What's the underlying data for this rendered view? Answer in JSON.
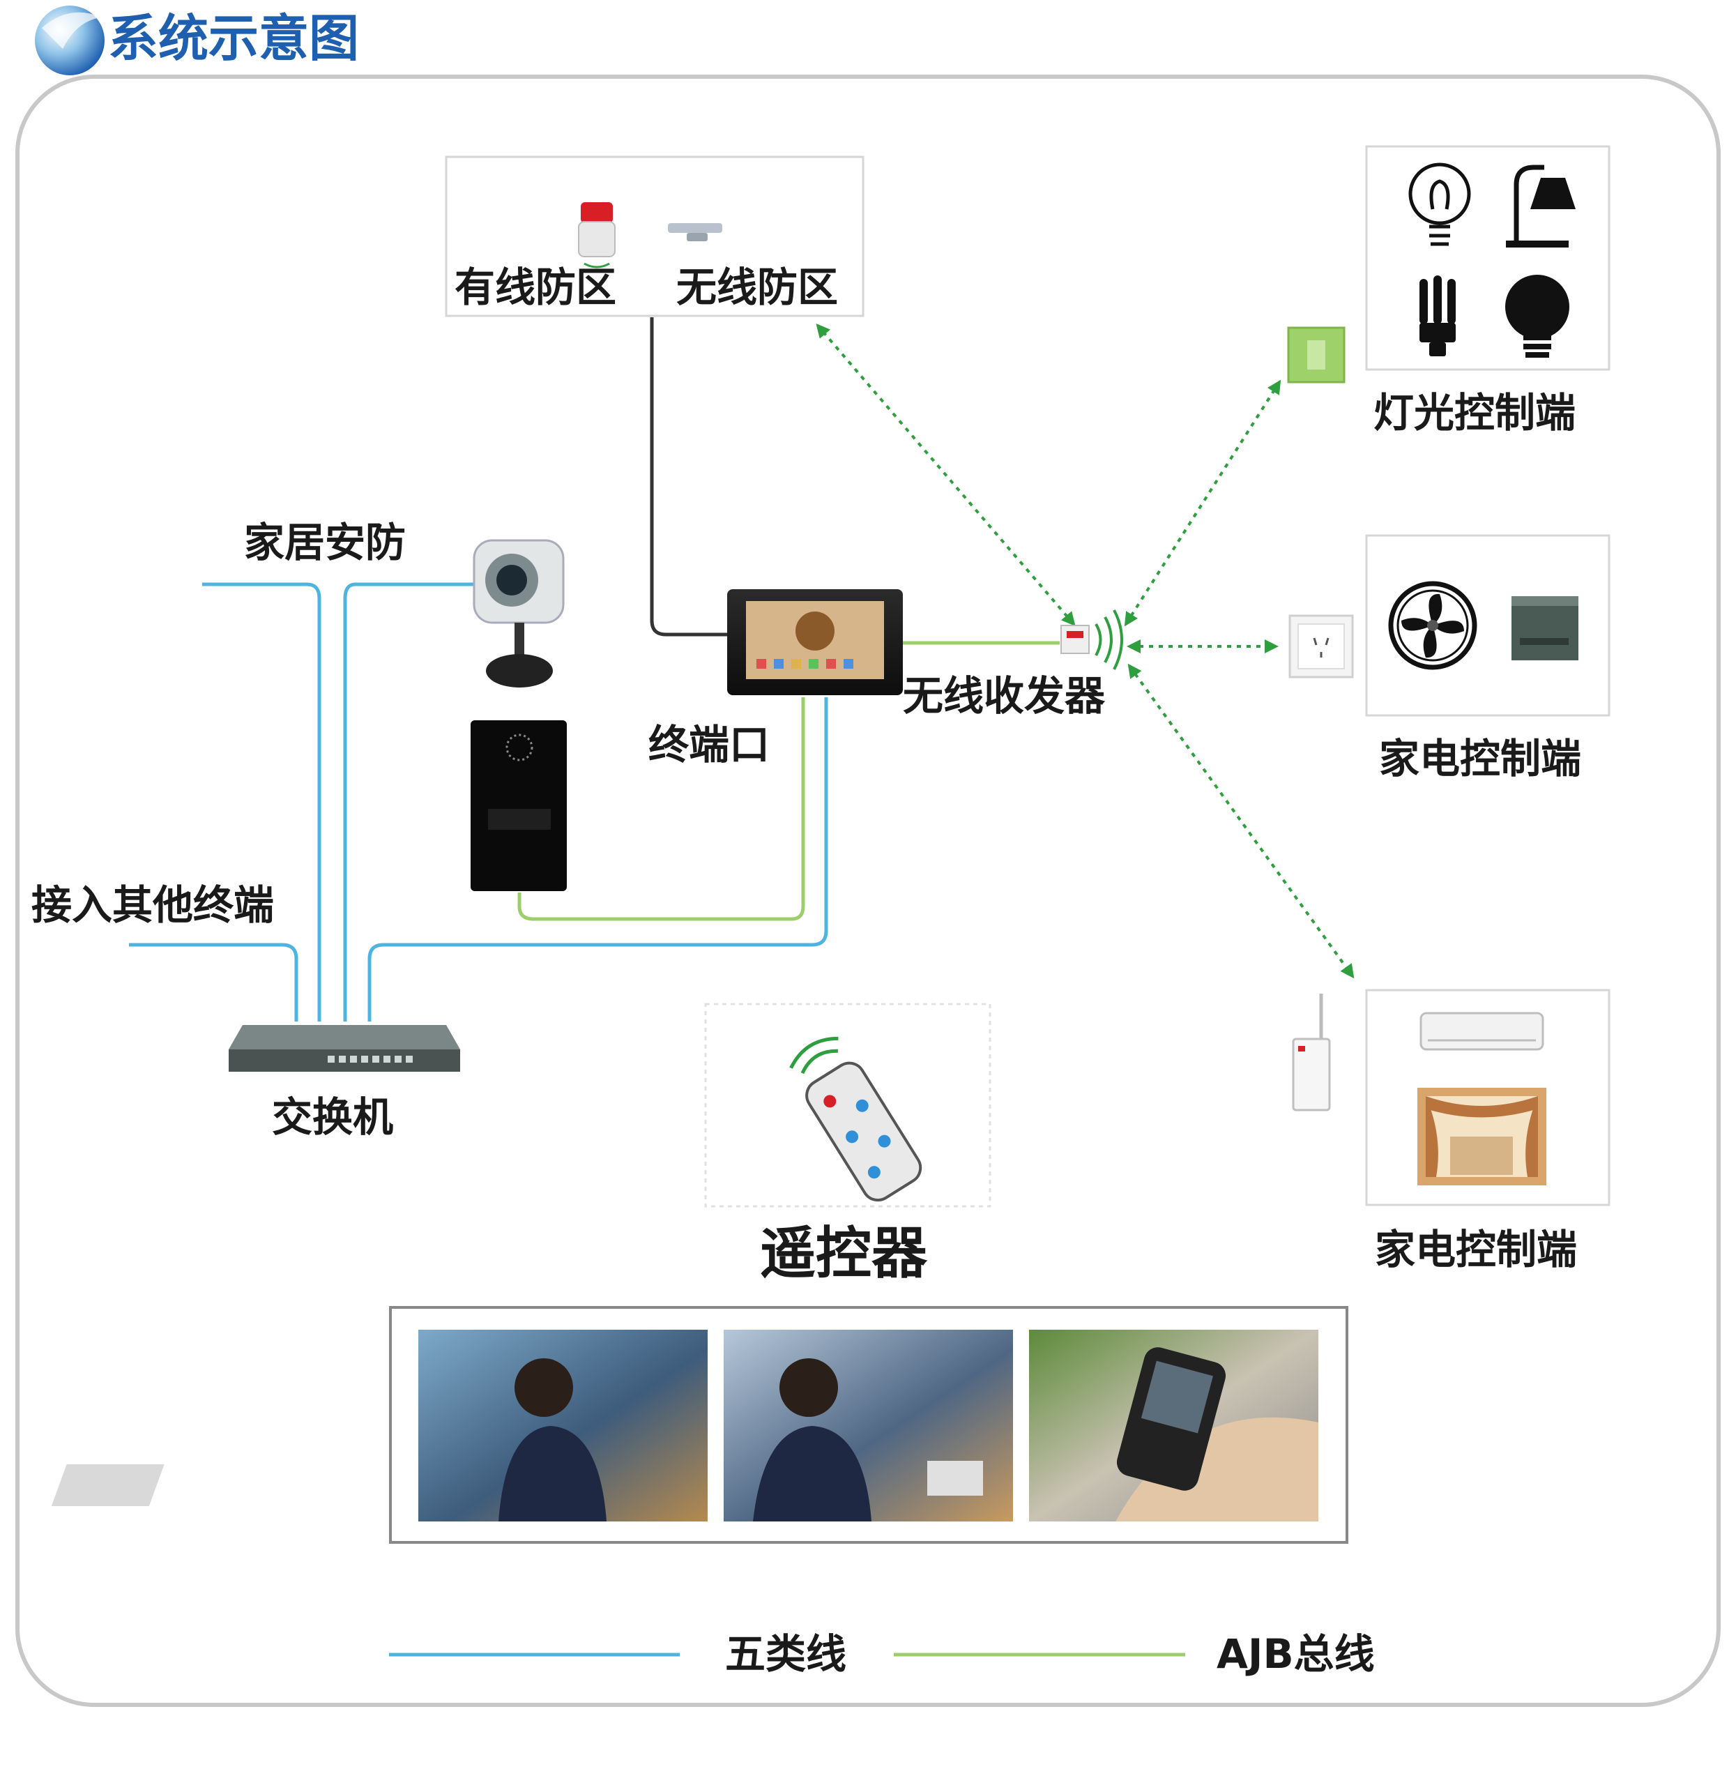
{
  "title": "系统示意图",
  "labels": {
    "wired_zone": "有线防区",
    "wireless_zone": "无线防区",
    "home_security": "家居安防",
    "other_terminals": "接入其他终端",
    "terminal_port": "终端口",
    "wireless_transceiver": "无线收发器",
    "switch": "交换机",
    "remote": "遥控器",
    "lighting_control": "灯光控制端",
    "appliance_control_1": "家电控制端",
    "appliance_control_2": "家电控制端"
  },
  "legend": {
    "cat5": "五类线",
    "ajb": "AJB总线"
  },
  "colors": {
    "cat5_line": "#4fb3e0",
    "ajb_line": "#9ccf6b",
    "wire_black": "#333333",
    "wireless_dotted": "#2e9e3e",
    "title_blue": "#1e5fb0",
    "frame_gray": "#c8c8c8"
  },
  "icons": {
    "logo": "globe-icon",
    "zone": [
      "siren-icon",
      "wireless-sensor-icon"
    ],
    "lighting": [
      "bulb-icon",
      "desk-lamp-icon",
      "cfl-bulb-icon",
      "filled-bulb-icon"
    ],
    "appliance_1": [
      "fan-icon",
      "appliance-box-icon"
    ],
    "appliance_2": [
      "air-conditioner-icon",
      "curtain-icon"
    ]
  }
}
